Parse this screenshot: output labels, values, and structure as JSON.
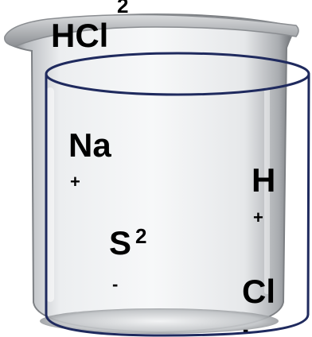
{
  "labels": {
    "hcl": "HCl",
    "hcl_sup": "2",
    "na": "Na",
    "na_charge": "+",
    "h": "H",
    "h_charge": "+",
    "s": "S",
    "s_sup": "2",
    "s_charge": "-",
    "cl": "Cl",
    "cl_charge": "-"
  },
  "colors": {
    "outline": "#1f2a5e",
    "text": "#000000"
  }
}
